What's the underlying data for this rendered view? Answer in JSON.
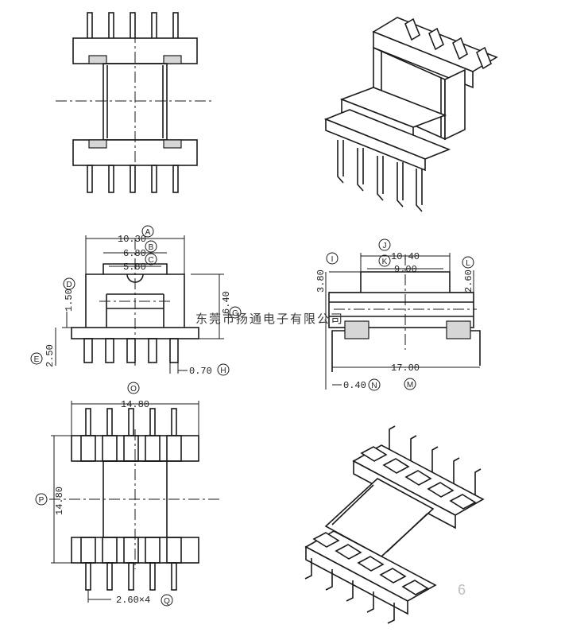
{
  "dims": {
    "a": "10.30",
    "b": "6.80",
    "c": "5.80",
    "d": "1.50",
    "e": "2.50",
    "g": "6.40",
    "h": "0.70",
    "i": "3.80",
    "j": "10.40",
    "k": "9.00",
    "l": "2.60",
    "m": "17.00",
    "n": "0.40",
    "o": "14.80",
    "p": "14.80",
    "q": "2.60×4"
  },
  "callouts": {
    "a": "A",
    "b": "B",
    "c": "C",
    "d": "D",
    "e": "E",
    "g": "G",
    "h": "H",
    "i": "I",
    "j": "J",
    "k": "K",
    "l": "L",
    "m": "M",
    "n": "N",
    "o": "O",
    "p": "P",
    "q": "Q"
  },
  "watermark": "东莞市扬通电子有限公司",
  "page_number": "6"
}
